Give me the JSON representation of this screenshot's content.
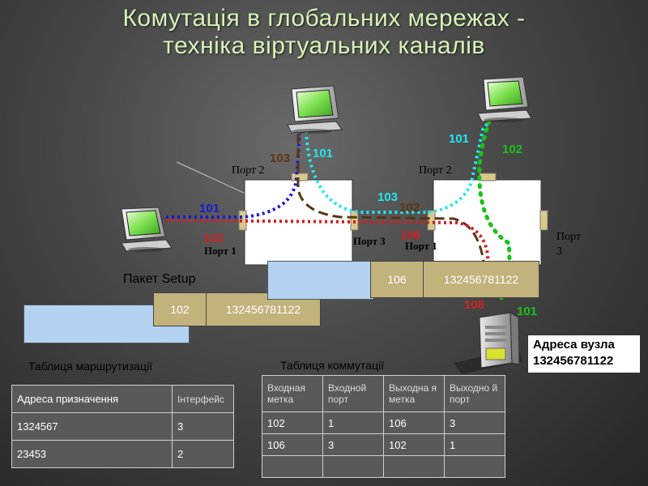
{
  "title_line1": "Комутація в глобальних мережах -",
  "title_line2": "техніка віртуальних каналів",
  "ports": {
    "sw1_port2": "Порт 2",
    "sw1_port1": "Порт 1",
    "sw1_port3": "Порт 3",
    "sw2_port2": "Порт 2",
    "sw2_port1": "Порт 1",
    "sw2_port3_line1": "Порт",
    "sw2_port3_line2": "3"
  },
  "labels": {
    "l101_left": "101",
    "l102_left": "102",
    "l103_top": "103",
    "l101_top": "101",
    "l103_mid": "103",
    "l102_mid": "102",
    "l106_mid": "106",
    "l101_right": "101",
    "l102_right": "102",
    "l108": "108",
    "l101_bottom": "101"
  },
  "colors": {
    "blue": "#1a1ad8",
    "cyan": "#22e8ee",
    "brown": "#5a3414",
    "red": "#d42020",
    "green": "#18c218"
  },
  "packet_setup_label": "Пакет Setup",
  "packet1": {
    "label": "102",
    "address": "132456781122"
  },
  "packet2": {
    "label": "106",
    "address": "132456781122"
  },
  "node_address": {
    "line1": "Адреса вузла",
    "line2": "132456781122"
  },
  "routing_caption": "Таблиця маршрутизації",
  "switching_caption": "Таблиця коммутації",
  "routing_table": {
    "headers": [
      "Адреса призначення",
      "Інтерфейс"
    ],
    "rows": [
      [
        "1324567",
        "3"
      ],
      [
        "23453",
        "2"
      ]
    ]
  },
  "switching_table": {
    "headers": [
      "Входная метка",
      "Входной порт",
      "Выходна я метка",
      "Выходно й порт"
    ],
    "rows": [
      [
        "102",
        "1",
        "106",
        "3"
      ],
      [
        "106",
        "3",
        "102",
        "1"
      ],
      [
        "",
        "",
        "",
        ""
      ]
    ]
  },
  "icons": [
    "computer-icon",
    "server-icon"
  ]
}
